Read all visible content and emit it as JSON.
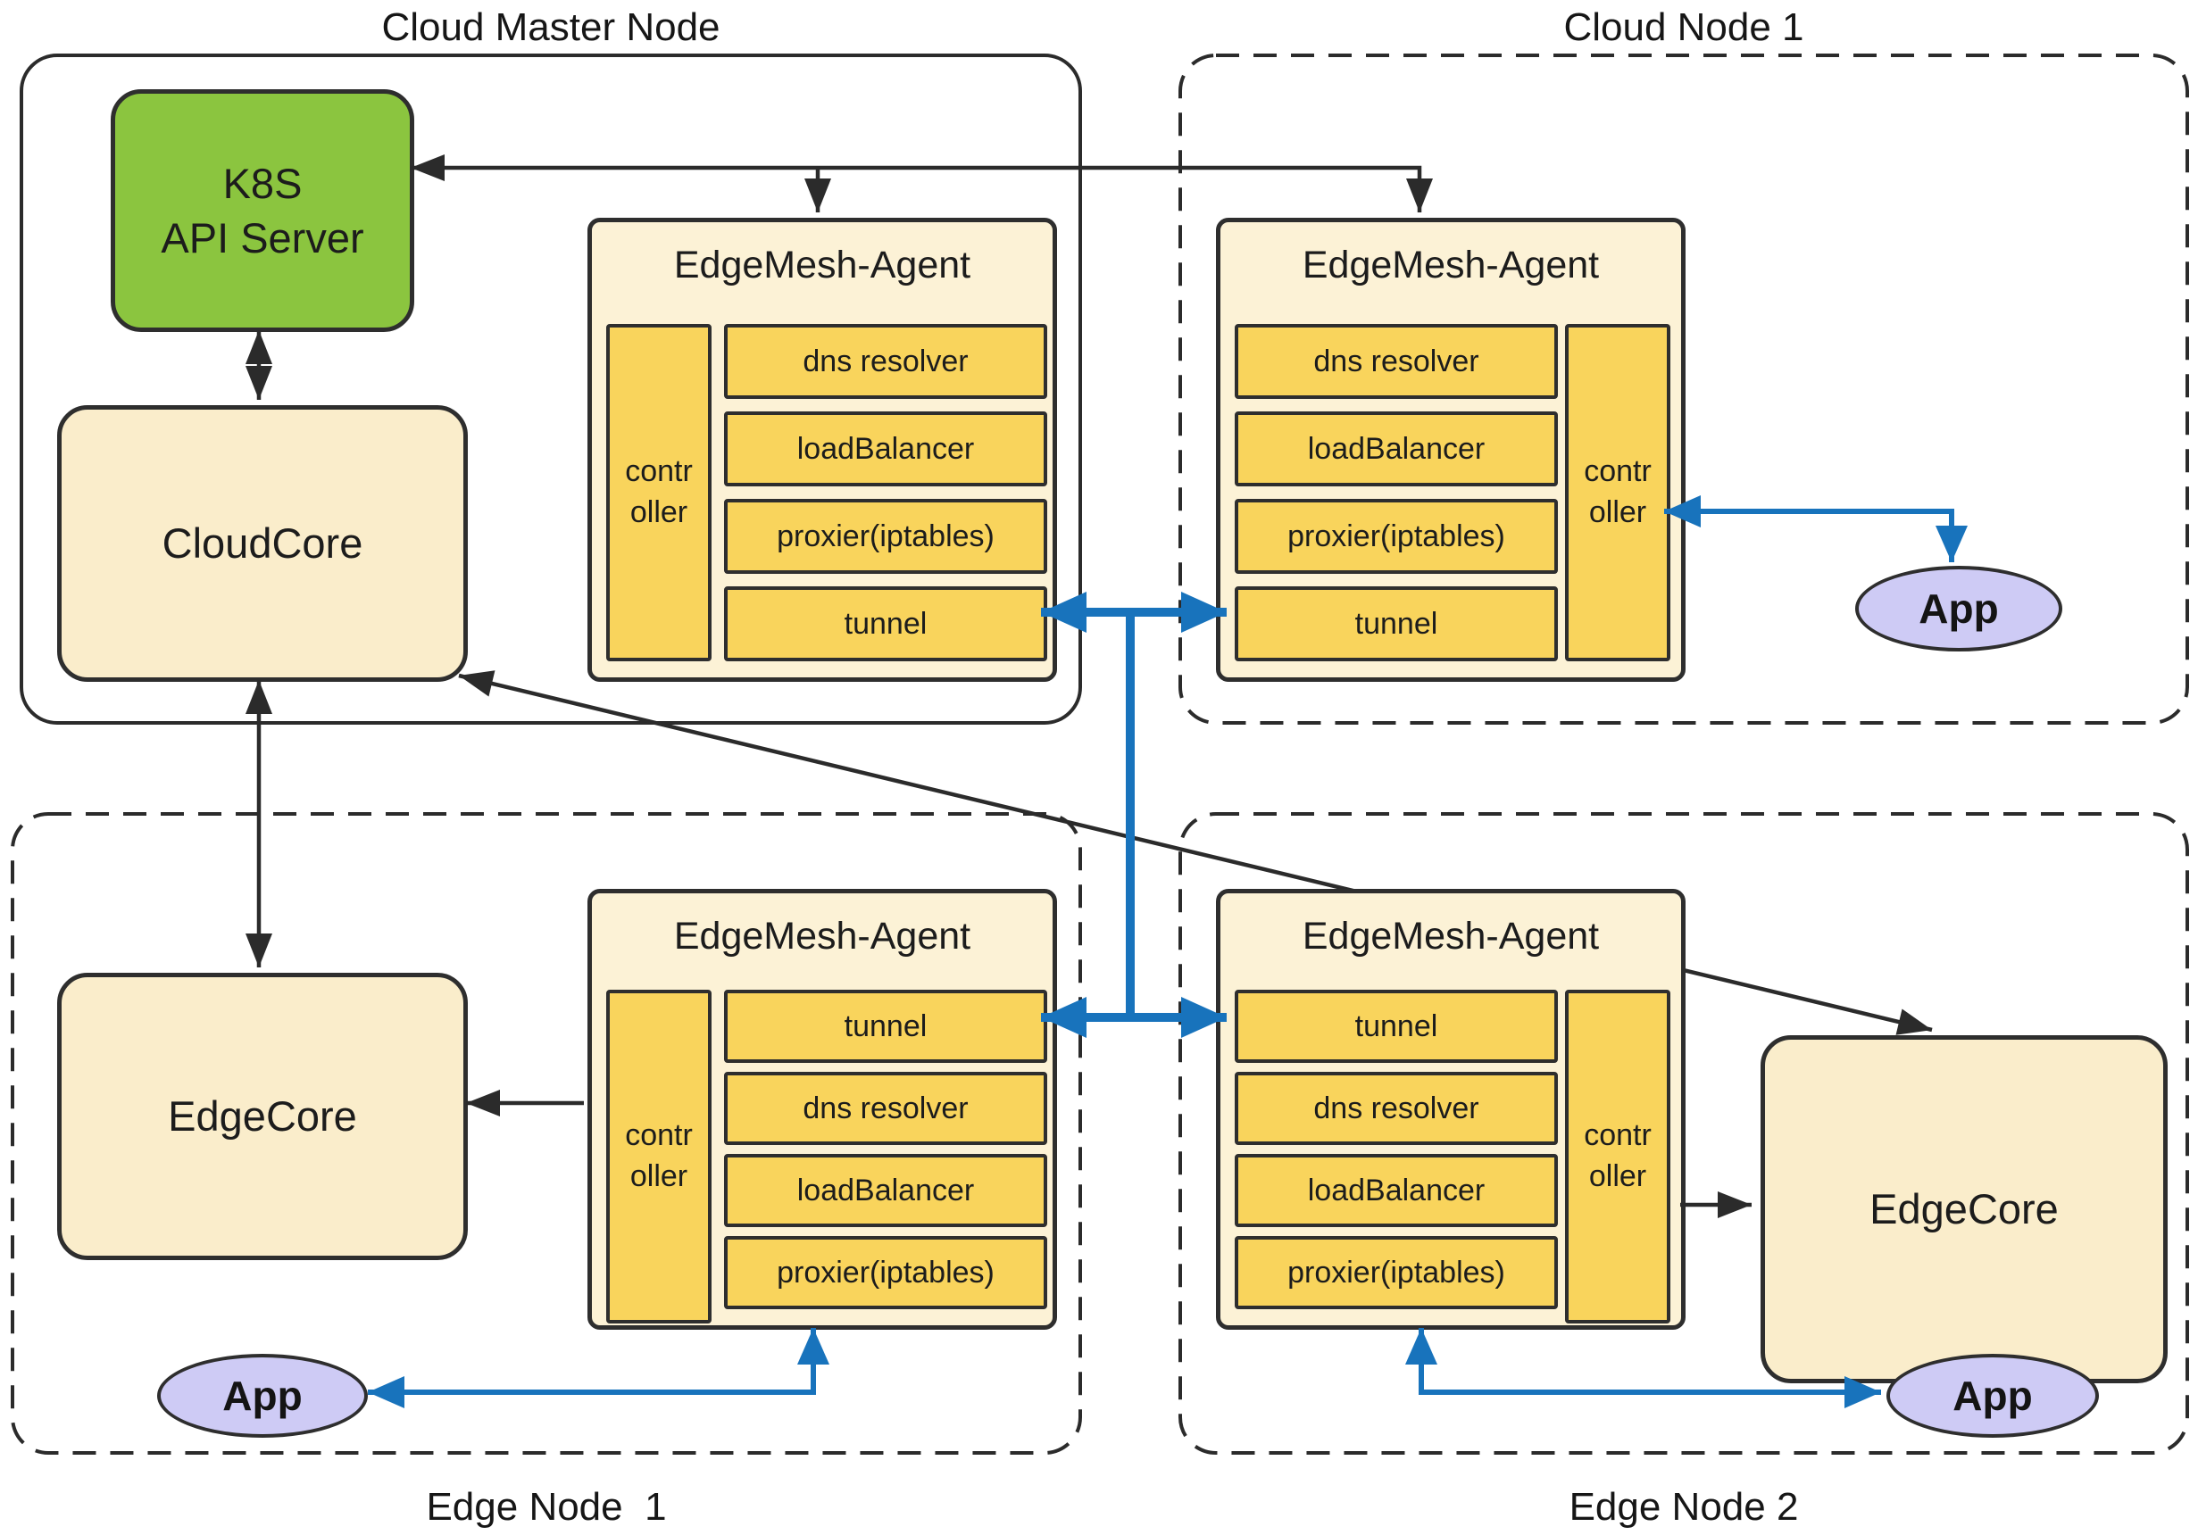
{
  "containers": {
    "cloud_master": {
      "label": "Cloud Master Node",
      "border": "solid"
    },
    "cloud_node_1": {
      "label": "Cloud Node 1",
      "border": "dashed"
    },
    "edge_node_1": {
      "label": "Edge Node  1",
      "border": "dashed"
    },
    "edge_node_2": {
      "label": "Edge Node 2",
      "border": "dashed"
    }
  },
  "blocks": {
    "k8s_api_server": {
      "line1": "K8S",
      "line2": "API Server"
    },
    "cloudcore": {
      "label": "CloudCore"
    },
    "edgecore_1": {
      "label": "EdgeCore"
    },
    "edgecore_2": {
      "label": "EdgeCore"
    },
    "app_cloud_node_1": {
      "label": "App"
    },
    "app_edge_node_1": {
      "label": "App"
    },
    "app_edge_node_2": {
      "label": "App"
    }
  },
  "agents": {
    "cloud_master_agent": {
      "title": "EdgeMesh-Agent",
      "controller_top": "contr",
      "controller_bottom": "oller",
      "components": [
        "dns resolver",
        "loadBalancer",
        "proxier(iptables)",
        "tunnel"
      ]
    },
    "cloud_node_1_agent": {
      "title": "EdgeMesh-Agent",
      "controller_top": "contr",
      "controller_bottom": "oller",
      "components": [
        "dns resolver",
        "loadBalancer",
        "proxier(iptables)",
        "tunnel"
      ]
    },
    "edge_node_1_agent": {
      "title": "EdgeMesh-Agent",
      "controller_top": "contr",
      "controller_bottom": "oller",
      "components": [
        "tunnel",
        "dns resolver",
        "loadBalancer",
        "proxier(iptables)"
      ]
    },
    "edge_node_2_agent": {
      "title": "EdgeMesh-Agent",
      "controller_top": "contr",
      "controller_bottom": "oller",
      "components": [
        "tunnel",
        "dns resolver",
        "loadBalancer",
        "proxier(iptables)"
      ]
    }
  },
  "colors": {
    "background": "#ffffff",
    "box_border": "#2e2e2e",
    "k8s_green": "#8BC53F",
    "core_cream": "#FAEDCB",
    "agent_cream": "#FCF2D6",
    "component_yellow": "#F9D45C",
    "app_lavender": "#CECBF5",
    "arrow_black": "#2b2b2b",
    "arrow_blue": "#1873BC"
  }
}
